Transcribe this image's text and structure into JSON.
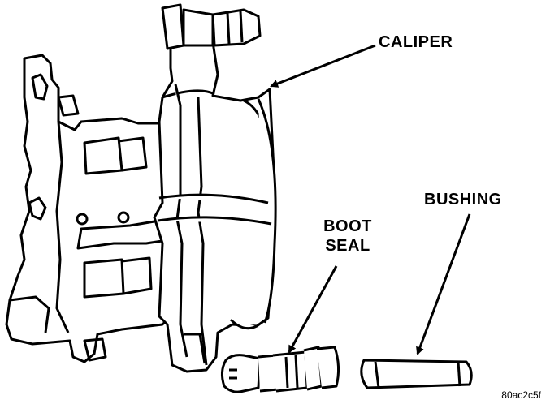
{
  "labels": {
    "caliper": "CALIPER",
    "bushing": "BUSHING",
    "boot_line1": "BOOT",
    "boot_line2": "SEAL"
  },
  "figure_code": "80ac2c5f",
  "colors": {
    "ink": "#000000",
    "paper": "#ffffff"
  }
}
